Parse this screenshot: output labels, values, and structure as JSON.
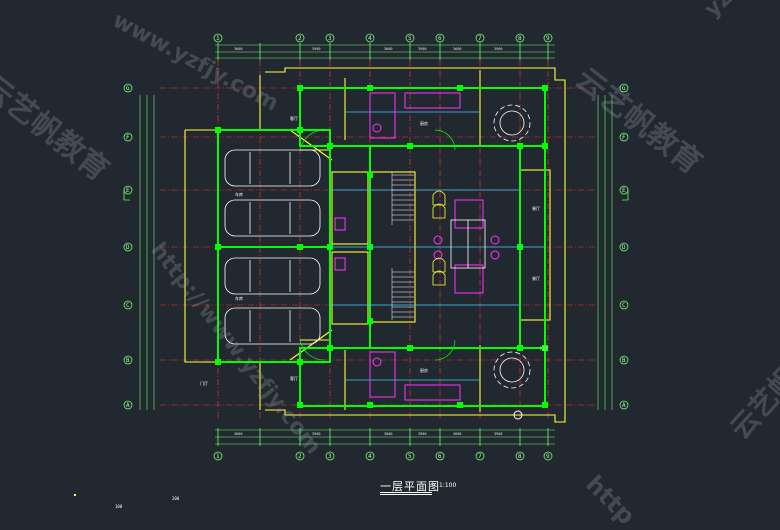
{
  "drawing": {
    "title": "一层平面图",
    "scale": "1:100",
    "axis_numbers_top": [
      "1",
      "2",
      "3",
      "4",
      "5",
      "6",
      "7",
      "8",
      "9"
    ],
    "axis_numbers_bottom": [
      "1",
      "2",
      "3",
      "4",
      "5",
      "6",
      "7",
      "8",
      "9"
    ],
    "axis_letters_left": [
      "A",
      "B",
      "C",
      "D",
      "E",
      "F",
      "G"
    ],
    "axis_letters_right": [
      "A",
      "B",
      "C",
      "D",
      "E",
      "F",
      "G"
    ],
    "dimension_labels_top": [
      "3600",
      "3900",
      "3600",
      "3900",
      "3600",
      "3900"
    ],
    "dimension_labels_bottom": [
      "3600",
      "3900",
      "3600",
      "3900",
      "3600",
      "3900"
    ],
    "corner_labels": [
      "100",
      "200"
    ],
    "room_labels": [
      "车库",
      "车库",
      "餐厅",
      "餐厅",
      "厨房",
      "厨房",
      "客厅",
      "客厅",
      "门厅",
      "门厅"
    ],
    "colors": {
      "background": "#212830",
      "wall": "#ffff33",
      "column": "#00ff00",
      "axis": "#ff3333",
      "fixture": "#ff33ff",
      "dimension": "#66ff66",
      "furniture": "#ffffff",
      "cyan": "#33ccff"
    }
  },
  "watermarks": [
    "www.yzfjy.com",
    "云艺帆教育",
    "http://www.yzfjy.com",
    "云艺帆教育",
    "yzfjy.com",
    "云艺帆",
    "http"
  ]
}
